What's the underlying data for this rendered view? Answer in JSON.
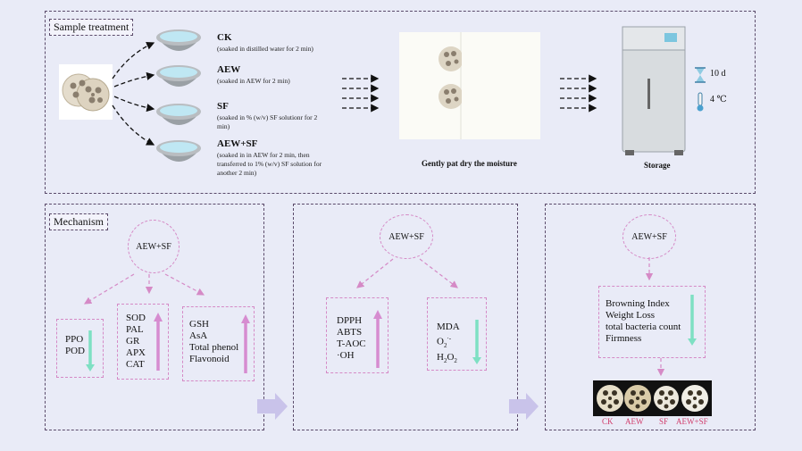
{
  "sample_treatment": {
    "tag": "Sample treatment",
    "treatments": [
      {
        "name": "CK",
        "desc": "(soaked in distilled water for 2 min)"
      },
      {
        "name": "AEW",
        "desc": "(soaked in AEW for 2 min)"
      },
      {
        "name": "SF",
        "desc": "(soaked in % (w/v) SF solutionr for 2 min)"
      },
      {
        "name": "AEW+SF",
        "desc": "(soaked in  in AEW for 2 min, then transferred to 1% (w/v) SF solution for another 2 min)"
      }
    ],
    "dry_caption": "Gently pat dry the moisture",
    "storage_caption": "Storage",
    "storage_time": "10 d",
    "storage_temp": "4 ℃"
  },
  "mechanism": {
    "tag": "Mechanism",
    "panel1": {
      "oval": "AEW+SF",
      "group_down": [
        "PPO",
        "POD"
      ],
      "group_up1": [
        "SOD",
        "PAL",
        "GR",
        "APX",
        "CAT"
      ],
      "group_up2": [
        "GSH",
        "AsA",
        "Total phenol",
        "Flavonoid"
      ]
    },
    "panel2": {
      "oval": "AEW+SF",
      "group_up": [
        "DPPH",
        "ABTS",
        "T-AOC",
        "·OH"
      ],
      "group_down": {
        "l1": "MDA",
        "l2a": "O",
        "l2b": "2",
        "l2c": "·-",
        "l3a": "H",
        "l3b": "2",
        "l3c": "O",
        "l3d": "2"
      }
    },
    "panel3": {
      "oval": "AEW+SF",
      "group_down": [
        "Browning Index",
        "Weight Loss",
        "total bacteria count",
        "Firmness"
      ],
      "photo_labels": [
        "CK",
        "AEW",
        "SF",
        "AEW+SF"
      ]
    }
  },
  "colors": {
    "up_arrow": "#d68cd0",
    "down_arrow": "#7ee0c3",
    "dash": "#d58ac6",
    "frame": "#5a4a6a",
    "block_arrow": "#c9c3ea"
  }
}
